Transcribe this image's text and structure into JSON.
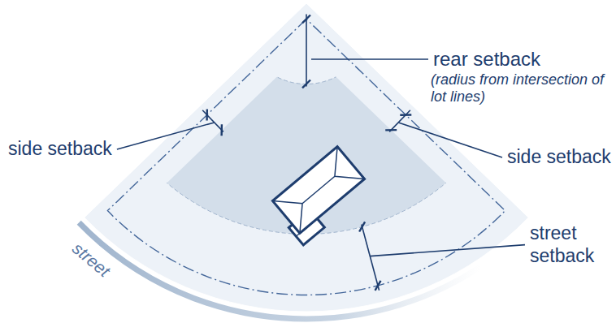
{
  "diagram": {
    "labels": [
      "rear setback",
      "(radius from intersection of lot lines)",
      "side setback",
      "side setback",
      "street setback",
      "street"
    ]
  }
}
